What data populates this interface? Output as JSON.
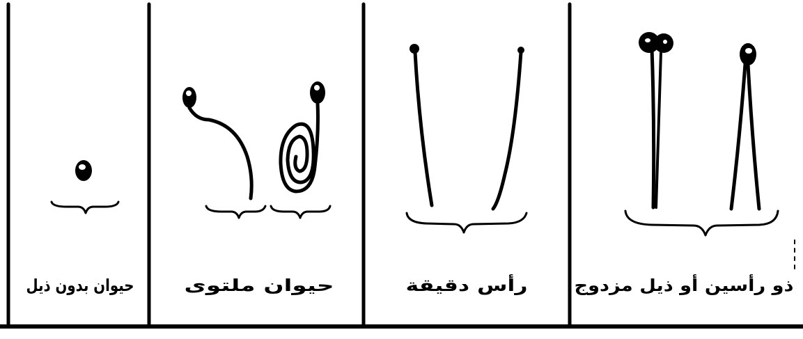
{
  "colors": {
    "ink": "#000000",
    "paper": "#ffffff"
  },
  "panels": [
    {
      "caption": "حيوان بدون ذيل"
    },
    {
      "caption": "حيوان ملتوى"
    },
    {
      "caption": "رأس دقيقة"
    },
    {
      "caption": "ذو رأسين أو ذيل مزدوج"
    }
  ]
}
